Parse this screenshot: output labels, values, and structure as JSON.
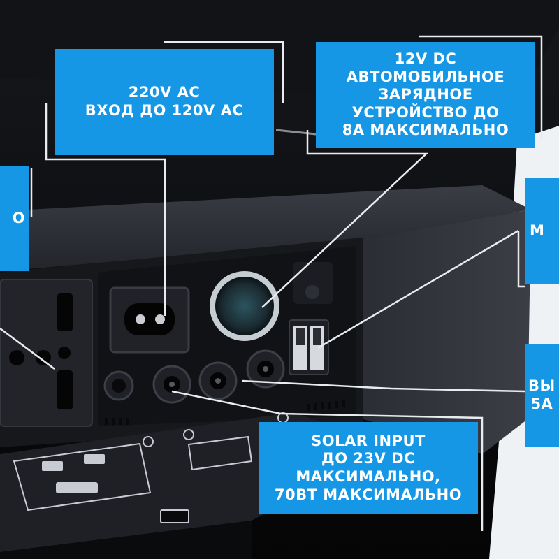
{
  "callouts": {
    "ac_input": "220V AC\nВХОД ДО 120V AC",
    "dc_car": "12V DC\nАВТОМОБИЛЬНОЕ\nЗАРЯДНОЕ\nУСТРОЙСТВО ДО\n8А МАКСИМАЛЬНО",
    "solar_input": "SOLAR INPUT\nДО 23V DC\nМАКСИМАЛЬНО,\n70ВТ МАКСИМАЛЬНО",
    "left_partial": "О",
    "right_partial_1": "М",
    "right_partial_2": "ВЫ\n5А"
  },
  "colors": {
    "callout_bg": "#1597e5",
    "device_body": "#1c1e24",
    "panel": "#141519"
  },
  "icons": [
    "power-socket-icon",
    "iec-c8-inlet-icon",
    "cigarette-lighter-socket-icon",
    "usb-port-icon",
    "dc-jack-icon"
  ]
}
